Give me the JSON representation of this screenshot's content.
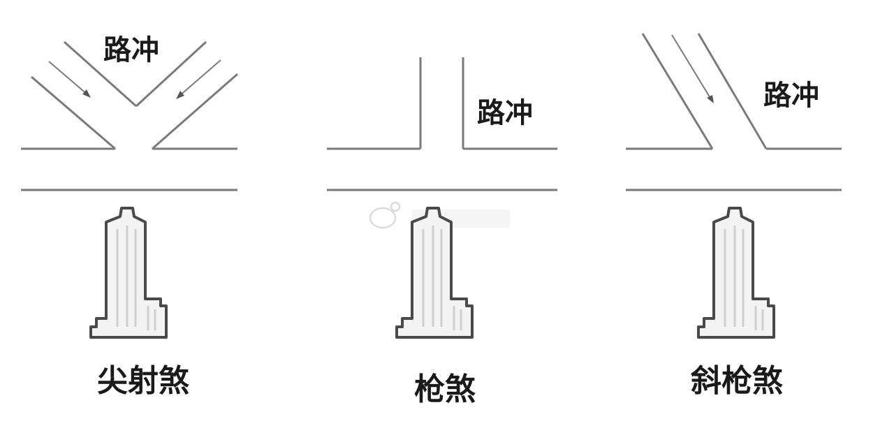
{
  "panels": [
    {
      "road_label": "路冲",
      "title": "尖射煞"
    },
    {
      "road_label": "路冲",
      "title": "枪煞"
    },
    {
      "road_label": "路冲",
      "title": "斜枪煞"
    }
  ],
  "colors": {
    "road": "#7a7a7a",
    "building_outline": "#4a4a4a",
    "text": "#1a1a1a"
  }
}
